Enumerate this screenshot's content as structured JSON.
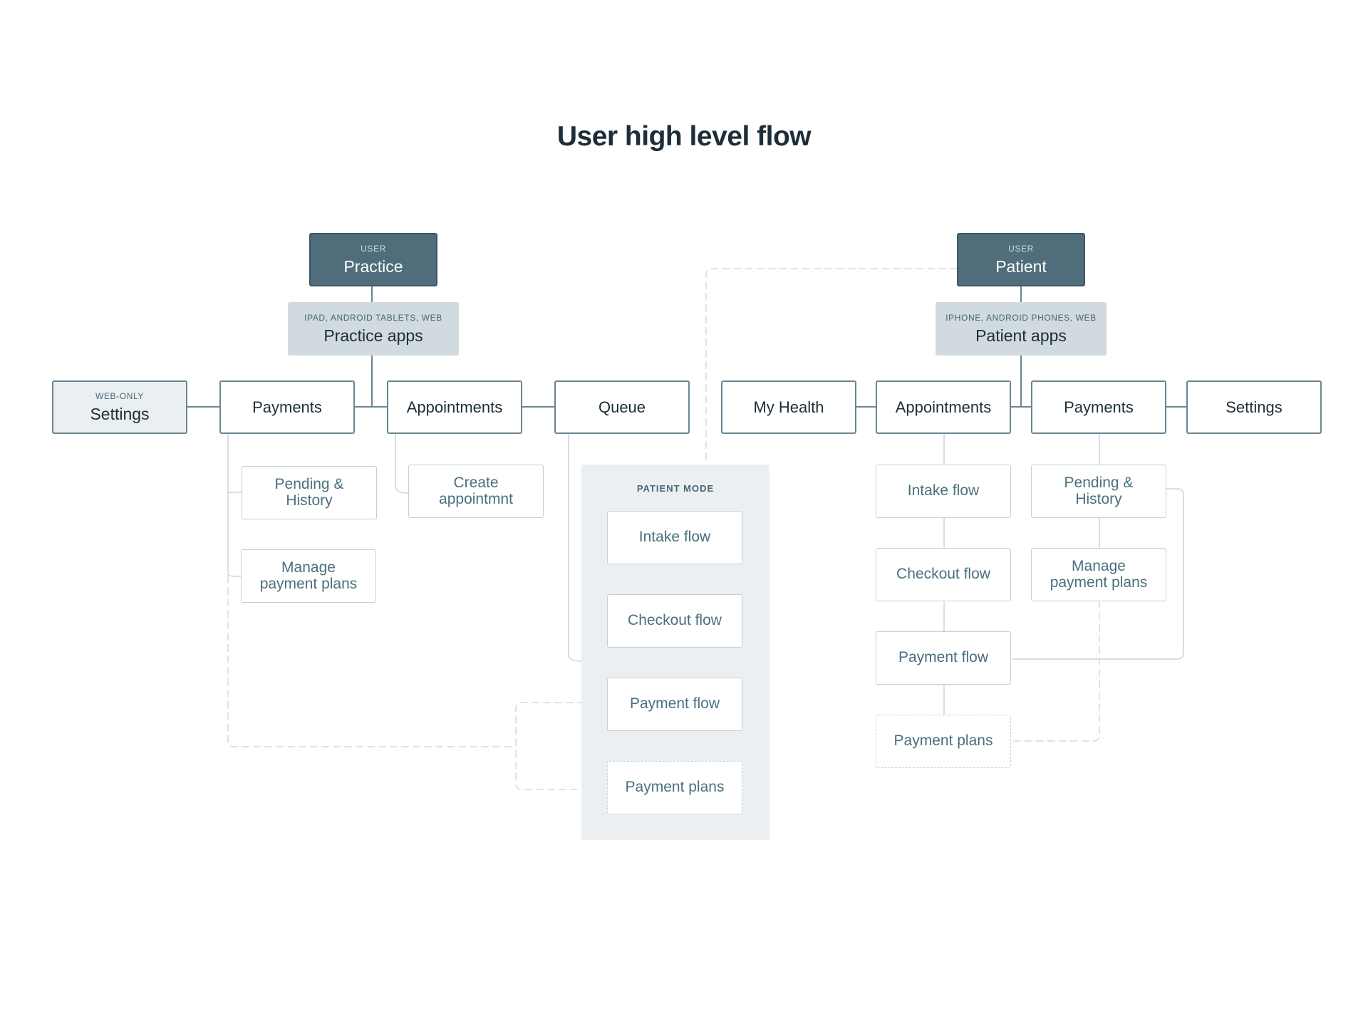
{
  "title": "User high level flow",
  "practice": {
    "user": {
      "kicker": "USER",
      "label": "Practice"
    },
    "apps": {
      "kicker": "IPAD, ANDROID TABLETS, WEB",
      "label": "Practice apps"
    },
    "settings": {
      "kicker": "WEB-ONLY",
      "label": "Settings"
    },
    "payments": "Payments",
    "appointments": "Appointments",
    "queue": "Queue",
    "pending_history": "Pending & History",
    "manage_plans": "Manage payment plans",
    "create_appointment": "Create appointmnt"
  },
  "patient_mode": {
    "label": "PATIENT MODE",
    "intake": "Intake flow",
    "checkout": "Checkout flow",
    "payment": "Payment flow",
    "plans": "Payment plans"
  },
  "patient": {
    "user": {
      "kicker": "USER",
      "label": "Patient"
    },
    "apps": {
      "kicker": "IPHONE, ANDROID PHONES, WEB",
      "label": "Patient apps"
    },
    "my_health": "My Health",
    "appointments": "Appointments",
    "payments": "Payments",
    "settings": "Settings",
    "intake": "Intake flow",
    "checkout": "Checkout flow",
    "payment": "Payment flow",
    "plans": "Payment plans",
    "pending_history": "Pending & History",
    "manage_plans": "Manage payment plans"
  },
  "colors": {
    "user_fill": "#4f6d7a",
    "app_fill": "#d0dadf",
    "main_border": "#6c8591",
    "sub_text": "#4a6f7e",
    "panel_fill": "#ebeff2"
  }
}
